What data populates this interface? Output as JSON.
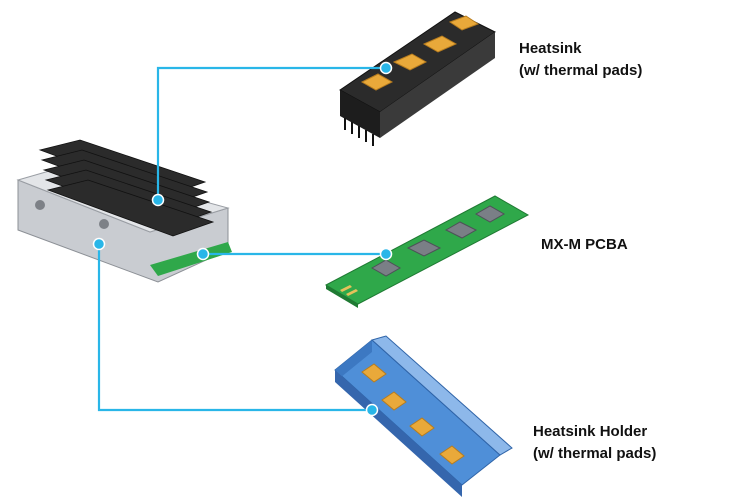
{
  "labels": {
    "heatsink": {
      "line1": "Heatsink",
      "line2": "(w/ thermal pads)"
    },
    "pcba": {
      "line1": "MX-M PCBA"
    },
    "holder": {
      "line1": "Heatsink Holder",
      "line2": "(w/ thermal pads)"
    }
  },
  "colors": {
    "connector": "#29b6e8",
    "heatsink_body": "#2b2b2b",
    "thermal_pad": "#e9a93a",
    "pcb": "#2fa84a",
    "chip": "#7a7f86",
    "holder": "#4f8fd8",
    "assembly_metal": "#c9ccd1"
  }
}
